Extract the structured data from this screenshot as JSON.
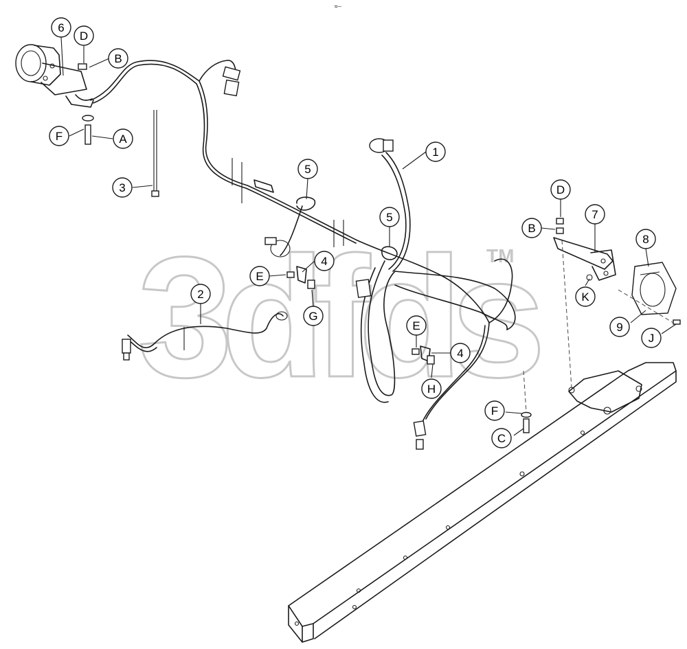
{
  "top_marker": "≈─",
  "watermark": {
    "text": "3dfds",
    "tm": "TM"
  },
  "callouts": [
    {
      "id": "c6",
      "label": "6"
    },
    {
      "id": "cD1",
      "label": "D"
    },
    {
      "id": "cB1",
      "label": "B"
    },
    {
      "id": "cF1",
      "label": "F"
    },
    {
      "id": "cA",
      "label": "A"
    },
    {
      "id": "c3",
      "label": "3"
    },
    {
      "id": "c1",
      "label": "1"
    },
    {
      "id": "c5a",
      "label": "5"
    },
    {
      "id": "c5b",
      "label": "5"
    },
    {
      "id": "c4a",
      "label": "4"
    },
    {
      "id": "cE1",
      "label": "E"
    },
    {
      "id": "cG",
      "label": "G"
    },
    {
      "id": "c2",
      "label": "2"
    },
    {
      "id": "cE2",
      "label": "E"
    },
    {
      "id": "c4b",
      "label": "4"
    },
    {
      "id": "cH",
      "label": "H"
    },
    {
      "id": "cD2",
      "label": "D"
    },
    {
      "id": "cB2",
      "label": "B"
    },
    {
      "id": "c7",
      "label": "7"
    },
    {
      "id": "c8",
      "label": "8"
    },
    {
      "id": "cK",
      "label": "K"
    },
    {
      "id": "c9",
      "label": "9"
    },
    {
      "id": "cJ",
      "label": "J"
    },
    {
      "id": "cF2",
      "label": "F"
    },
    {
      "id": "cC",
      "label": "C"
    }
  ]
}
